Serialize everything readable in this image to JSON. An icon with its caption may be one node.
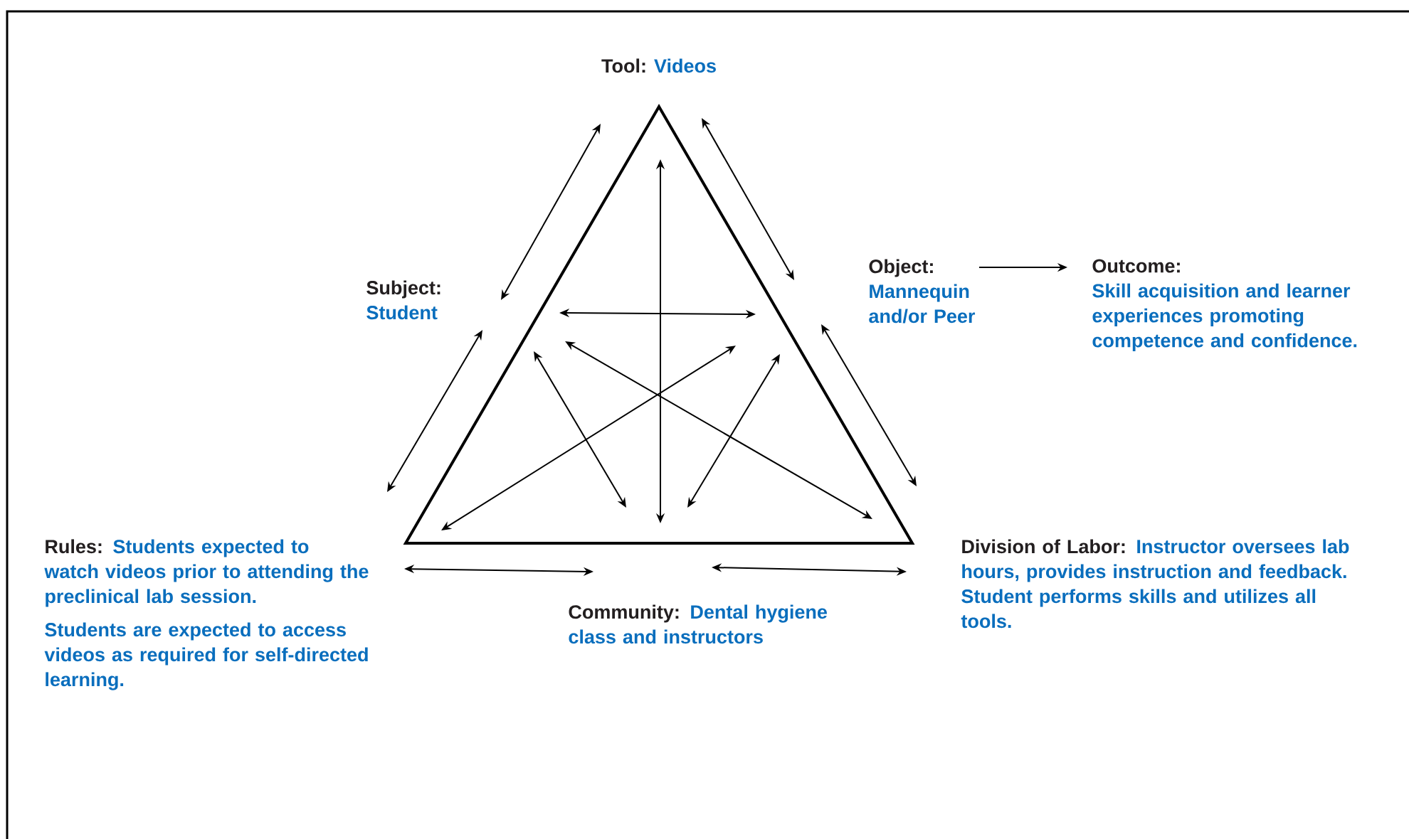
{
  "diagram": {
    "nodes": [
      {
        "text": [
          "Tool:",
          "Videos"
        ]
      },
      {
        "text": [
          "Subject:",
          "Student"
        ]
      },
      {
        "text": [
          "Object:",
          "Mannequin and/or Peer"
        ]
      },
      {
        "text": [
          "Outcome:",
          "Skill acquisition and learner experiences promoting competence and confidence."
        ]
      },
      {
        "text": [
          "Rules:",
          "Students expected to watch videos prior to attending the preclinical lab session.",
          "Students are expected to access videos as required for self-directed learning."
        ]
      },
      {
        "text": [
          "Community:",
          "Dental hygiene class and instructors"
        ]
      },
      {
        "text": [
          "Division of Labor:",
          "Instructor oversees lab hours, provides instruction and feedback. Student performs skills and utilizes all tools."
        ]
      }
    ],
    "edges": [
      {
        "from": 1,
        "to": 0,
        "arrow": "both"
      },
      {
        "from": 0,
        "to": 2,
        "arrow": "both"
      },
      {
        "from": 1,
        "to": 4,
        "arrow": "both"
      },
      {
        "from": 2,
        "to": 6,
        "arrow": "both"
      },
      {
        "from": 4,
        "to": 5,
        "arrow": "both"
      },
      {
        "from": 5,
        "to": 6,
        "arrow": "both"
      },
      {
        "from": 2,
        "to": 3,
        "arrow": "to"
      },
      {
        "from": 0,
        "to": 5,
        "arrow": "both"
      },
      {
        "from": 2,
        "to": 5,
        "arrow": "both"
      }
    ]
  }
}
